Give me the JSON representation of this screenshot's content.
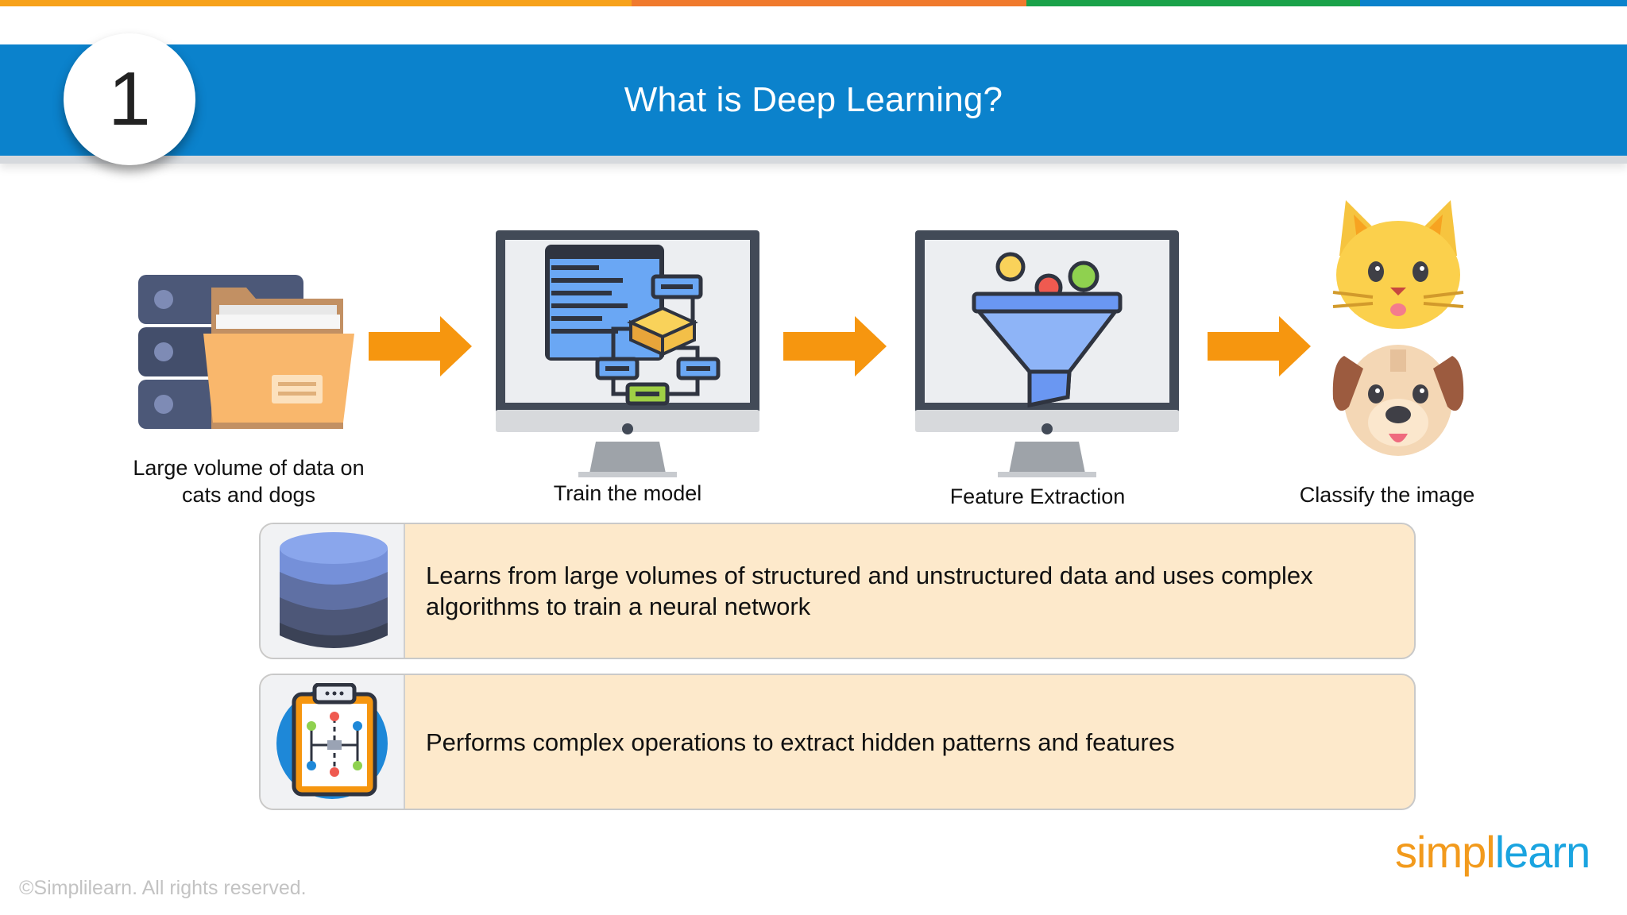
{
  "slide": {
    "number": "1",
    "title": "What is Deep Learning?"
  },
  "colors": {
    "header_band": "#0b82cc",
    "strip": [
      "#f7a21b",
      "#f07a2d",
      "#1aa24a",
      "#0b82cc"
    ],
    "arrow": "#f6960f",
    "info_fill": "#fde9cb",
    "logo_orange": "#f29a1c",
    "logo_blue": "#1aa4e0"
  },
  "steps": [
    {
      "label": "Large volume of data on cats and dogs",
      "icon": "data-folder-icon"
    },
    {
      "label": "Train the model",
      "icon": "monitor-model-icon"
    },
    {
      "label": "Feature Extraction",
      "icon": "monitor-funnel-icon"
    },
    {
      "label": "Classify the image",
      "icon": "cat-dog-icon"
    }
  ],
  "info_rows": [
    {
      "text": "Learns from large volumes of structured and unstructured data and uses complex algorithms to train a neural network",
      "icon": "database-icon"
    },
    {
      "text": "Performs complex operations to extract hidden patterns and features",
      "icon": "clipboard-diagram-icon"
    }
  ],
  "footer": {
    "logo_left": "simpl",
    "logo_right": "learn",
    "copyright": "©Simplilearn. All rights reserved."
  }
}
